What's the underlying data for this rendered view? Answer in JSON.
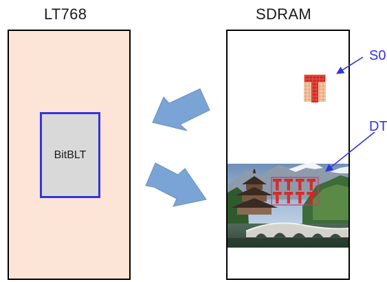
{
  "diagram": {
    "left_title": "LT768",
    "right_title": "SDRAM",
    "engine_label": "BitBLT",
    "source_label": "S0",
    "dest_label": "DT",
    "colors": {
      "lt768_fill": "#fce4d6",
      "engine_border": "#3333dd",
      "engine_fill": "#d9d9d9",
      "arrow_fill": "#7aa3d6",
      "arrow_stroke": "#6d90bf",
      "pointer_line": "#3333dd",
      "glyph_red": "#dd2222",
      "glyph_bg": "#f6c9a5"
    },
    "icons": [
      "block-arrow-left-icon",
      "block-arrow-right-icon",
      "t-glyph-icon",
      "landscape-photo"
    ]
  }
}
